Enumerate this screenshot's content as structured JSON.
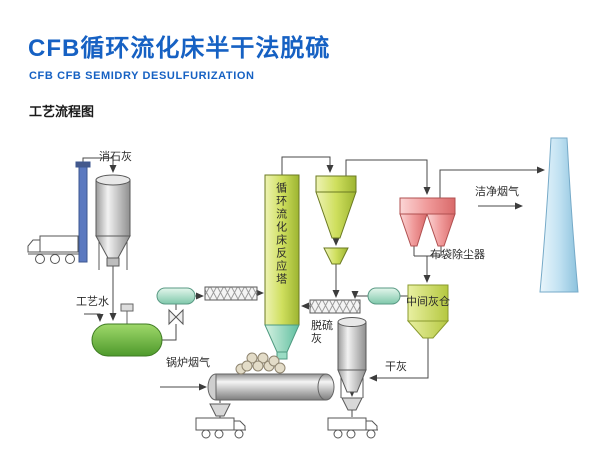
{
  "header": {
    "title": "CFB循环流化床半干法脱硫",
    "subtitle": "CFB CFB SEMIDRY DESULFURIZATION",
    "section": "工艺流程图"
  },
  "diagram": {
    "labels": {
      "slaked_lime": "消石灰",
      "process_water": "工艺水",
      "boiler_flue_gas": "锅炉烟气",
      "reactor_tower": "循环流化床反应塔",
      "desulfurized_ash": "脱硫灰",
      "bag_filter": "布袋除尘器",
      "intermediate_ash_silo": "中间灰仓",
      "clean_flue_gas": "洁净烟气",
      "dry_ash": "干灰"
    },
    "colors": {
      "title_blue": "#1661c3",
      "line": "#4a4a4a",
      "tower_green": "#c6d84a",
      "bag_filter_pink": "#ee8a8a",
      "chimney_blue": "#bfdff0",
      "water_tank_green": "#6cb83e",
      "capsule_teal": "#a9dcc6",
      "silo_gray": "#c9c9c9"
    }
  }
}
